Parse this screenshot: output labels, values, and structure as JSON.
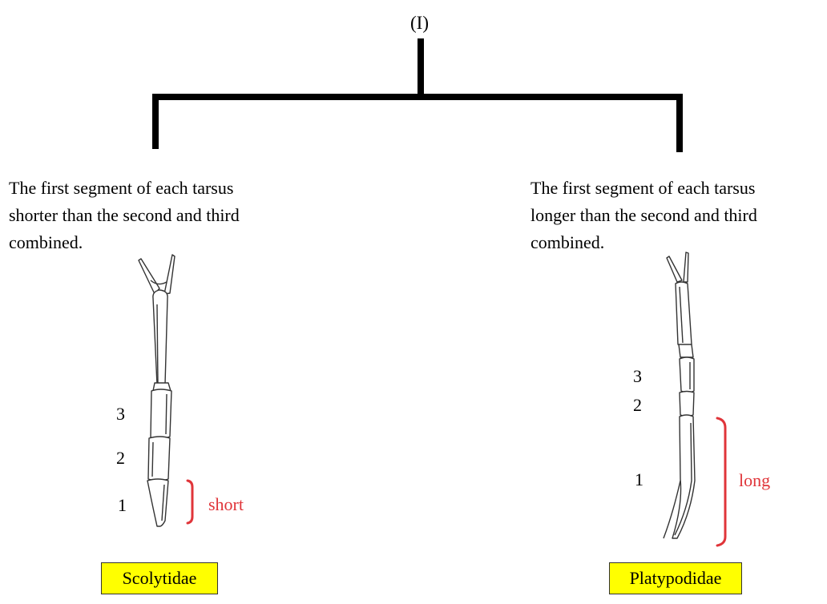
{
  "couplet": {
    "label": "(I)"
  },
  "left": {
    "description_lines": [
      "The first segment of each tarsus",
      "shorter than the second and third",
      "combined."
    ],
    "segment_numbers": [
      "3",
      "2",
      "1"
    ],
    "bracket_label": "short",
    "family": "Scolytidae"
  },
  "right": {
    "description_lines": [
      "The first segment of each tarsus",
      "longer than the second and third",
      "combined."
    ],
    "segment_numbers": [
      "3",
      "2",
      "1"
    ],
    "bracket_label": "long",
    "family": "Platypodidae"
  },
  "colors": {
    "tree_line": "#000000",
    "bracket": "#e0353a",
    "family_box_fill": "#ffff00"
  }
}
